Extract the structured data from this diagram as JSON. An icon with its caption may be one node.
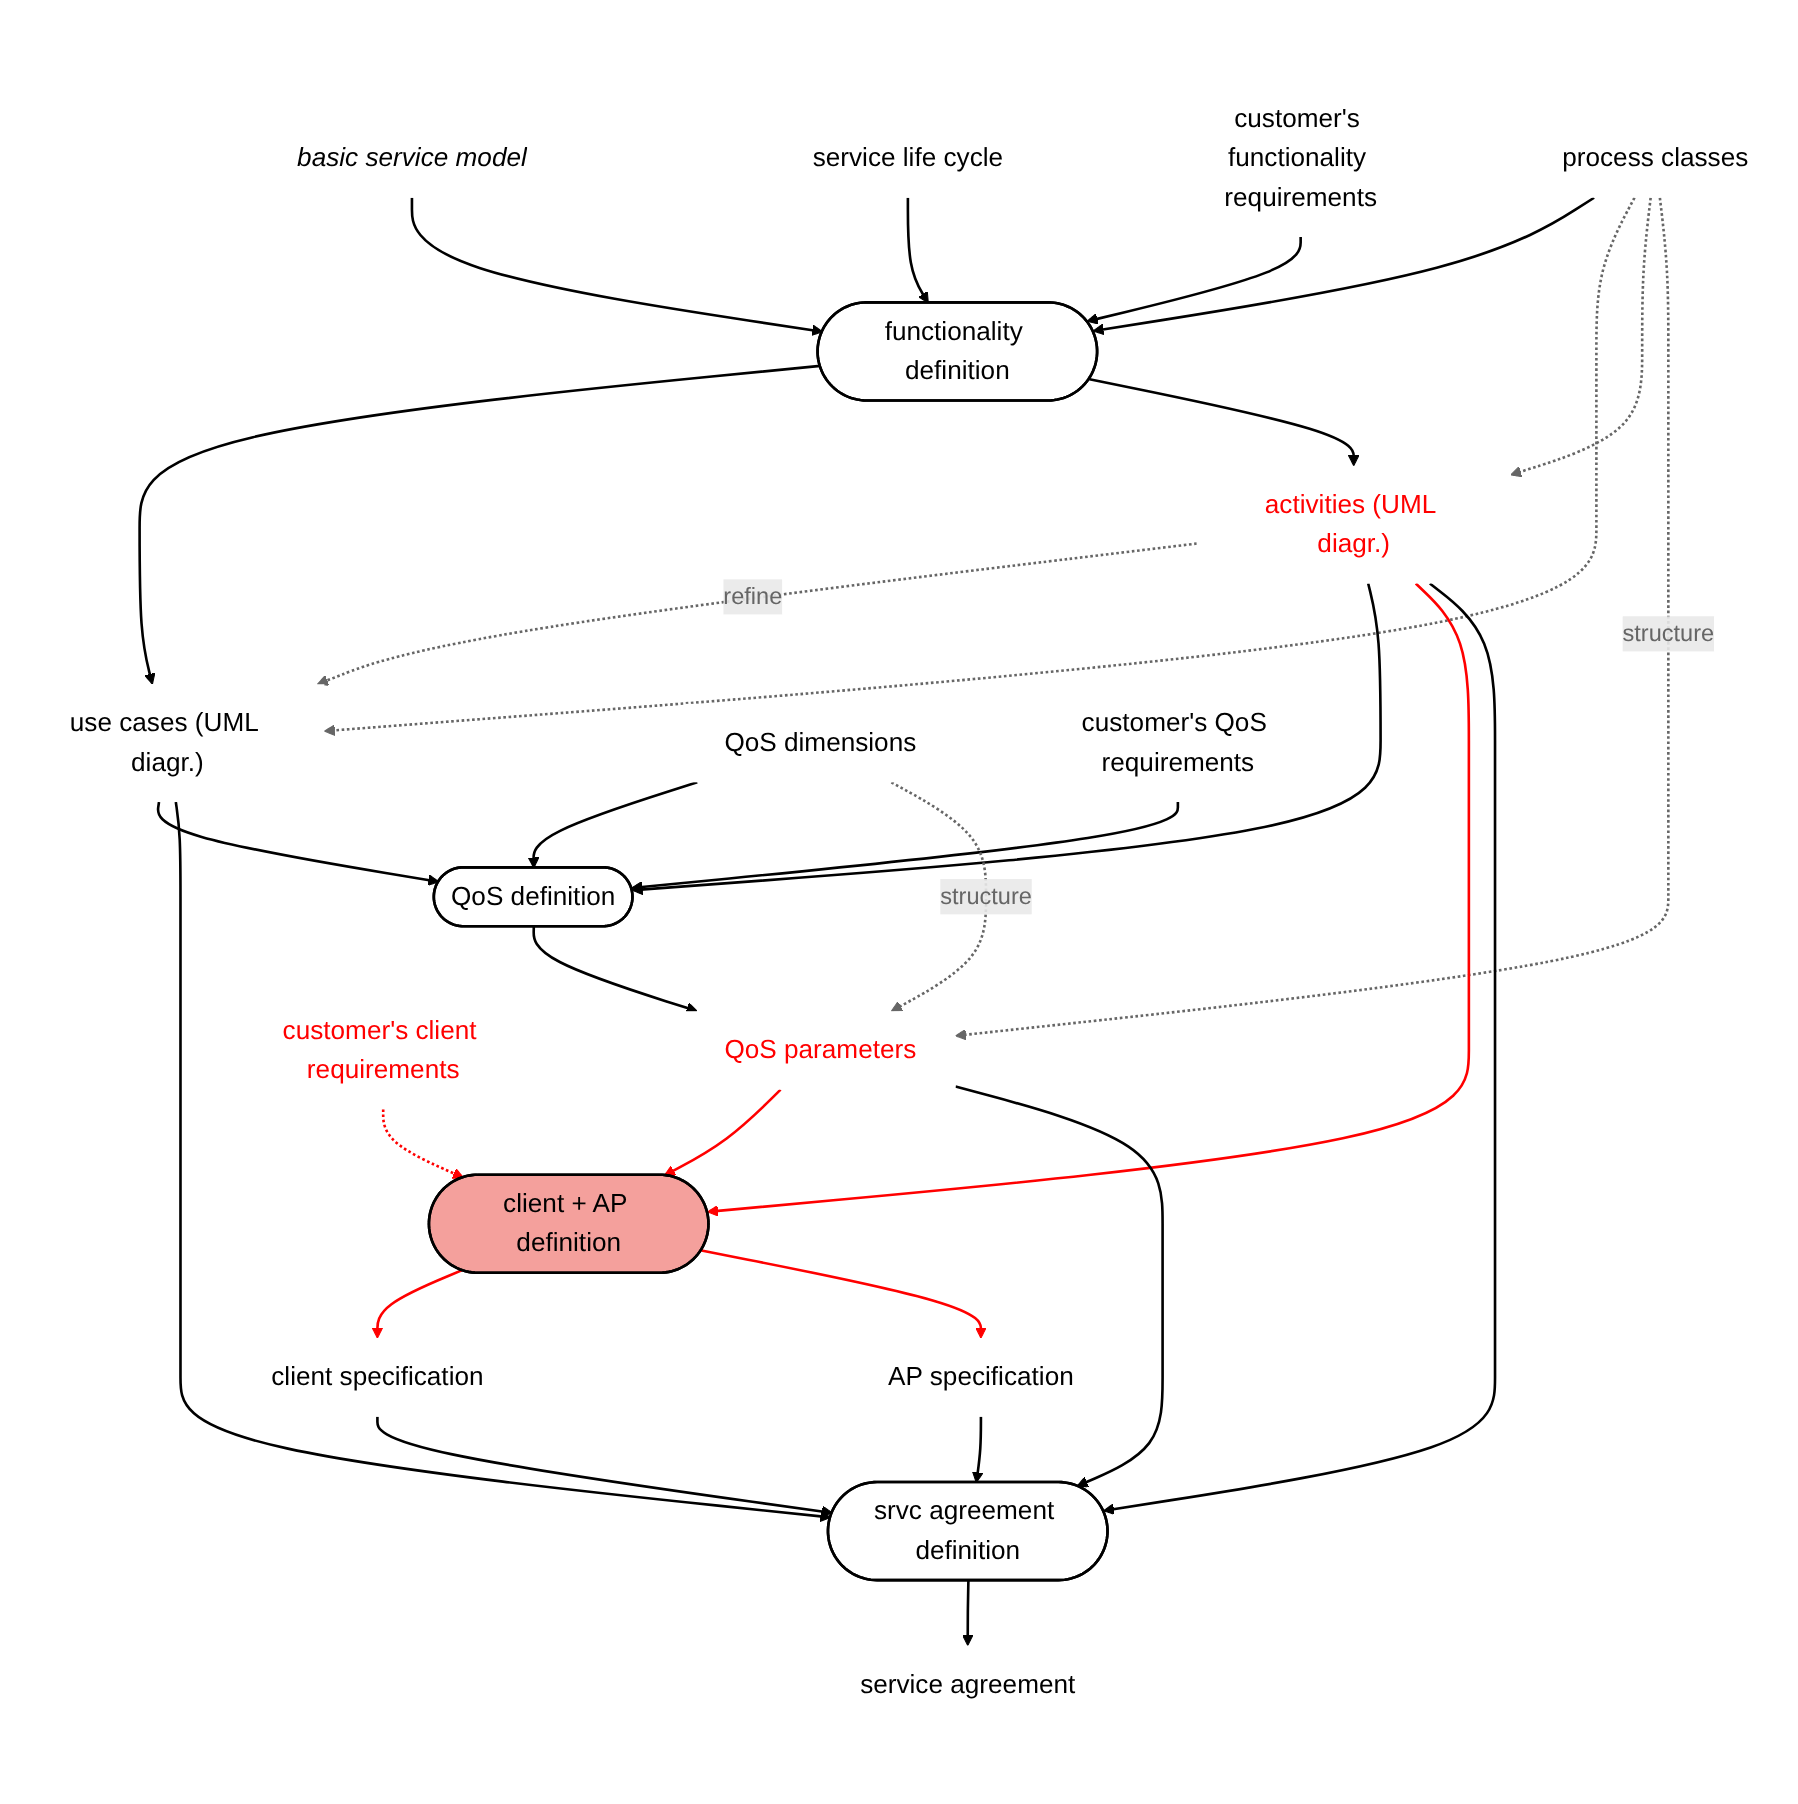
{
  "diagram": {
    "nodes": [
      {
        "text": [
          "basic service model"
        ]
      },
      {
        "text": [
          "service life cycle"
        ]
      },
      {
        "text": [
          "process classes"
        ]
      },
      {
        "text": [
          "functionality definition"
        ]
      },
      {
        "text": [
          "customer's functionality requirements"
        ]
      },
      {
        "text": [
          "use cases (UML diagr.)"
        ]
      },
      {
        "text": [
          "activities (UML diagr.)"
        ]
      },
      {
        "text": [
          "QoS dimensions"
        ]
      },
      {
        "text": [
          "QoS definition"
        ]
      },
      {
        "text": [
          "customer's QoS requirements"
        ]
      },
      {
        "text": [
          "QoS parameters"
        ]
      },
      {
        "text": [
          "client + AP definition"
        ]
      },
      {
        "text": [
          "customer's client requirements"
        ]
      },
      {
        "text": [
          "client specification"
        ]
      },
      {
        "text": [
          "AP specification"
        ]
      },
      {
        "text": [
          "srvc agreement definition"
        ]
      },
      {
        "text": [
          "service agreement"
        ]
      }
    ],
    "edges": [
      {
        "from": 0,
        "to": 3,
        "arrow": "to"
      },
      {
        "from": 1,
        "to": 3,
        "arrow": "to"
      },
      {
        "from": 2,
        "to": 3,
        "arrow": "to"
      },
      {
        "from": 4,
        "to": 3,
        "arrow": "to"
      },
      {
        "from": 3,
        "to": 5,
        "arrow": "to"
      },
      {
        "from": 3,
        "to": 6,
        "arrow": "to"
      },
      {
        "from": 6,
        "to": 5,
        "arrow": "to",
        "label": "refine",
        "style": "dashed",
        "color": "#666666"
      },
      {
        "from": 2,
        "to": 5,
        "arrow": "to",
        "style": "dashed",
        "color": "#666666"
      },
      {
        "from": 2,
        "to": 6,
        "arrow": "to",
        "style": "dashed",
        "color": "#666666"
      },
      {
        "from": 2,
        "to": 10,
        "arrow": "to",
        "label": "structure",
        "style": "dashed",
        "color": "#666666"
      },
      {
        "from": 5,
        "to": 8,
        "arrow": "to"
      },
      {
        "from": 6,
        "to": 8,
        "arrow": "to"
      },
      {
        "from": 7,
        "to": 8,
        "arrow": "to"
      },
      {
        "from": 9,
        "to": 8,
        "arrow": "to"
      },
      {
        "from": 7,
        "to": 10,
        "arrow": "to",
        "label": "structure",
        "style": "dashed",
        "color": "#666666"
      },
      {
        "from": 8,
        "to": 10,
        "arrow": "to"
      },
      {
        "from": 10,
        "to": 11,
        "arrow": "to",
        "color": "#ff0000"
      },
      {
        "from": 6,
        "to": 11,
        "arrow": "to",
        "color": "#ff0000"
      },
      {
        "from": 12,
        "to": 11,
        "arrow": "to",
        "style": "dashed",
        "color": "#ff0000"
      },
      {
        "from": 11,
        "to": 13,
        "arrow": "to",
        "color": "#ff0000"
      },
      {
        "from": 11,
        "to": 14,
        "arrow": "to",
        "color": "#ff0000"
      },
      {
        "from": 5,
        "to": 15,
        "arrow": "to"
      },
      {
        "from": 6,
        "to": 15,
        "arrow": "to"
      },
      {
        "from": 10,
        "to": 15,
        "arrow": "to"
      },
      {
        "from": 13,
        "to": 15,
        "arrow": "to"
      },
      {
        "from": 14,
        "to": 15,
        "arrow": "to"
      },
      {
        "from": 15,
        "to": 16,
        "arrow": "to"
      }
    ]
  }
}
